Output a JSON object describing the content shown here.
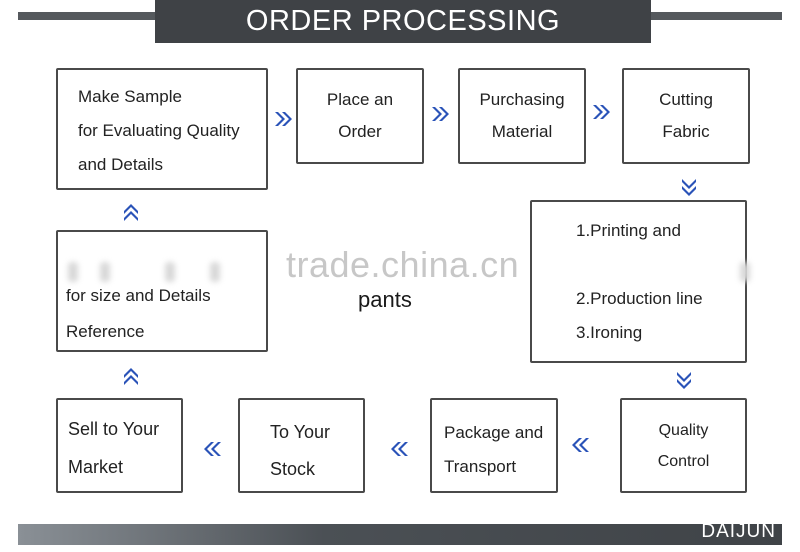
{
  "header": {
    "title": "ORDER PROCESSING"
  },
  "footer": {
    "brand": "DAIJUN"
  },
  "watermark": "trade.china.cn",
  "center_label": "pants",
  "steps": {
    "make_sample": [
      "Make Sample",
      "for Evaluating Quality",
      "and Details"
    ],
    "place_order": [
      "Place an",
      "Order"
    ],
    "purchasing": [
      "Purchasing",
      "Material"
    ],
    "cutting": [
      "Cutting",
      "Fabric"
    ],
    "printing": [
      "1.Printing and",
      "",
      "2.Production line",
      "3.Ironing"
    ],
    "reference": [
      "for size and Details",
      "Reference"
    ],
    "quality": [
      "Quality",
      "Control"
    ],
    "package": [
      "Package and",
      "Transport"
    ],
    "stock": [
      "To Your",
      "Stock"
    ],
    "sell": [
      "Sell to Your",
      "Market"
    ]
  },
  "colors": {
    "arrow": "#2a53b8",
    "title_bar": "#3f4246",
    "border": "#4a4a4a"
  },
  "icons": {
    "arrow_right": "double-chevron-right-icon",
    "arrow_left": "double-chevron-left-icon",
    "arrow_up": "double-chevron-up-icon",
    "arrow_down": "double-chevron-down-icon"
  }
}
